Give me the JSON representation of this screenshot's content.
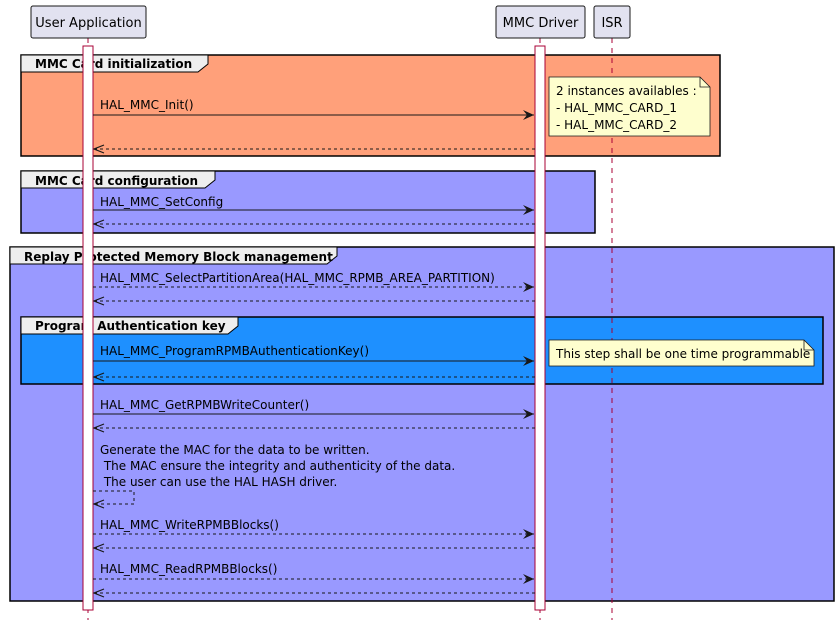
{
  "participants": {
    "user_application": "User Application",
    "mmc_driver": "MMC Driver",
    "isr": "ISR"
  },
  "groups": {
    "init": {
      "title": "MMC Card initialization",
      "color": "#FFA07A",
      "call": "HAL_MMC_Init()",
      "note": [
        "2 instances availables :",
        "- HAL_MMC_CARD_1",
        "- HAL_MMC_CARD_2"
      ]
    },
    "config": {
      "title": "MMC Card configuration",
      "color": "#9999FF",
      "call": "HAL_MMC_SetConfig"
    },
    "rpmb": {
      "title": "Replay Protected Memory Block management",
      "color": "#9999FF",
      "select_call": "HAL_MMC_SelectPartitionArea(HAL_MMC_RPMB_AREA_PARTITION)",
      "get_counter_call": "HAL_MMC_GetRPMBWriteCounter()",
      "mac_text": [
        "Generate the MAC for the data to be written.",
        " The MAC ensure the integrity and authenticity of the data.",
        " The user can use the HAL HASH driver."
      ],
      "write_call": "HAL_MMC_WriteRPMBBlocks()",
      "read_call": "HAL_MMC_ReadRPMBBlocks()"
    },
    "auth": {
      "title": "Program Authentication key",
      "color": "#1E90FF",
      "call": "HAL_MMC_ProgramRPMBAuthenticationKey()",
      "note": "This step shall be one time programmable"
    }
  },
  "colors": {
    "note_fill": "#FEFECE",
    "participant_fill": "#E2E2F0",
    "lifeline": "#A80036"
  }
}
